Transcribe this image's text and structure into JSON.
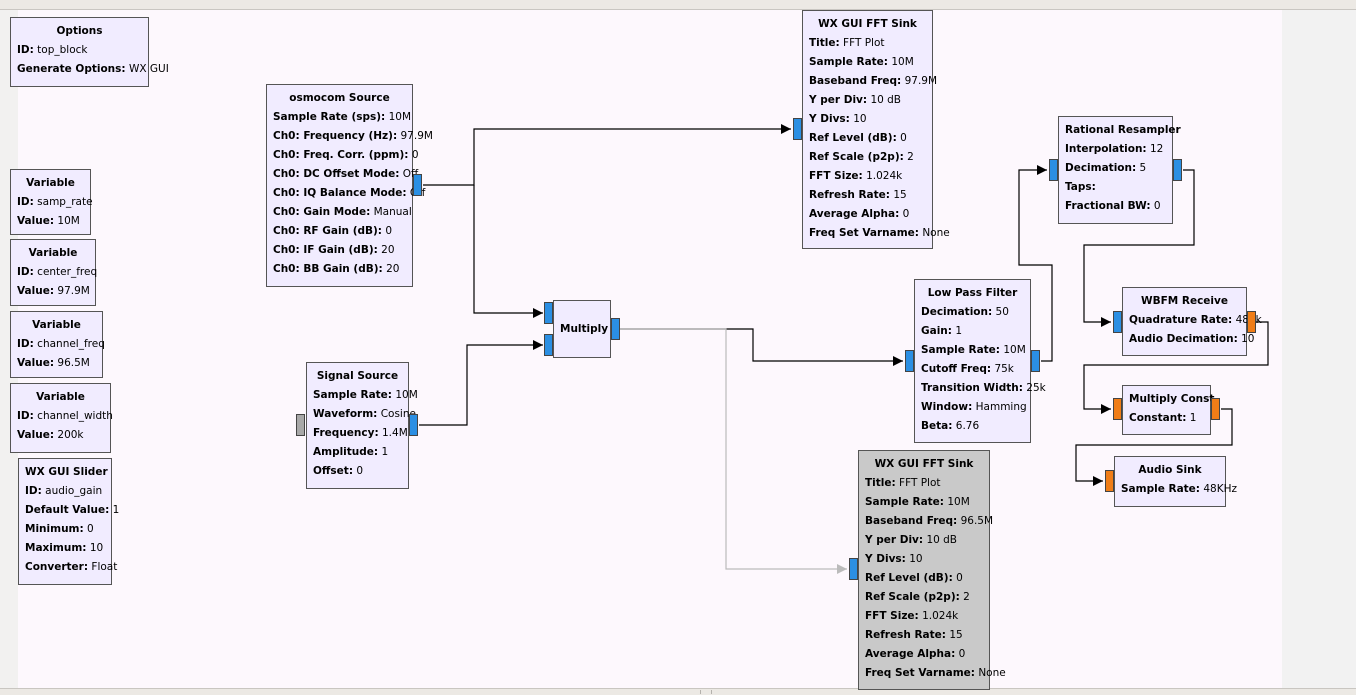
{
  "blocks": {
    "options": {
      "title": "Options",
      "params": [
        {
          "k": "ID:",
          "v": "top_block"
        },
        {
          "k": "Generate Options:",
          "v": "WX GUI"
        }
      ]
    },
    "var_samp_rate": {
      "title": "Variable",
      "params": [
        {
          "k": "ID:",
          "v": "samp_rate"
        },
        {
          "k": "Value:",
          "v": "10M"
        }
      ]
    },
    "var_center_freq": {
      "title": "Variable",
      "params": [
        {
          "k": "ID:",
          "v": "center_freq"
        },
        {
          "k": "Value:",
          "v": "97.9M"
        }
      ]
    },
    "var_channel_freq": {
      "title": "Variable",
      "params": [
        {
          "k": "ID:",
          "v": "channel_freq"
        },
        {
          "k": "Value:",
          "v": "96.5M"
        }
      ]
    },
    "var_channel_width": {
      "title": "Variable",
      "params": [
        {
          "k": "ID:",
          "v": "channel_width"
        },
        {
          "k": "Value:",
          "v": "200k"
        }
      ]
    },
    "slider": {
      "title": "WX GUI Slider",
      "params": [
        {
          "k": "ID:",
          "v": "audio_gain"
        },
        {
          "k": "Default Value:",
          "v": "1"
        },
        {
          "k": "Minimum:",
          "v": "0"
        },
        {
          "k": "Maximum:",
          "v": "10"
        },
        {
          "k": "Converter:",
          "v": "Float"
        }
      ]
    },
    "osmocom": {
      "title": "osmocom Source",
      "params": [
        {
          "k": "Sample Rate (sps):",
          "v": "10M"
        },
        {
          "k": "Ch0: Frequency (Hz):",
          "v": "97.9M"
        },
        {
          "k": "Ch0: Freq. Corr. (ppm):",
          "v": "0"
        },
        {
          "k": "Ch0: DC Offset Mode:",
          "v": "Off"
        },
        {
          "k": "Ch0: IQ Balance Mode:",
          "v": "Off"
        },
        {
          "k": "Ch0: Gain Mode:",
          "v": "Manual"
        },
        {
          "k": "Ch0: RF Gain (dB):",
          "v": "0"
        },
        {
          "k": "Ch0: IF Gain (dB):",
          "v": "20"
        },
        {
          "k": "Ch0: BB Gain (dB):",
          "v": "20"
        }
      ]
    },
    "signal": {
      "title": "Signal Source",
      "params": [
        {
          "k": "Sample Rate:",
          "v": "10M"
        },
        {
          "k": "Waveform:",
          "v": "Cosine"
        },
        {
          "k": "Frequency:",
          "v": "1.4M"
        },
        {
          "k": "Amplitude:",
          "v": "1"
        },
        {
          "k": "Offset:",
          "v": "0"
        }
      ]
    },
    "multiply": {
      "title": "Multiply",
      "params": []
    },
    "fft1": {
      "title": "WX GUI FFT Sink",
      "params": [
        {
          "k": "Title:",
          "v": "FFT Plot"
        },
        {
          "k": "Sample Rate:",
          "v": "10M"
        },
        {
          "k": "Baseband Freq:",
          "v": "97.9M"
        },
        {
          "k": "Y per Div:",
          "v": "10 dB"
        },
        {
          "k": "Y Divs:",
          "v": "10"
        },
        {
          "k": "Ref Level (dB):",
          "v": "0"
        },
        {
          "k": "Ref Scale (p2p):",
          "v": "2"
        },
        {
          "k": "FFT Size:",
          "v": "1.024k"
        },
        {
          "k": "Refresh Rate:",
          "v": "15"
        },
        {
          "k": "Average Alpha:",
          "v": "0"
        },
        {
          "k": "Freq Set Varname:",
          "v": "None"
        }
      ]
    },
    "fft2": {
      "title": "WX GUI FFT Sink",
      "params": [
        {
          "k": "Title:",
          "v": "FFT Plot"
        },
        {
          "k": "Sample Rate:",
          "v": "10M"
        },
        {
          "k": "Baseband Freq:",
          "v": "96.5M"
        },
        {
          "k": "Y per Div:",
          "v": "10 dB"
        },
        {
          "k": "Y Divs:",
          "v": "10"
        },
        {
          "k": "Ref Level (dB):",
          "v": "0"
        },
        {
          "k": "Ref Scale (p2p):",
          "v": "2"
        },
        {
          "k": "FFT Size:",
          "v": "1.024k"
        },
        {
          "k": "Refresh Rate:",
          "v": "15"
        },
        {
          "k": "Average Alpha:",
          "v": "0"
        },
        {
          "k": "Freq Set Varname:",
          "v": "None"
        }
      ]
    },
    "lpf": {
      "title": "Low Pass Filter",
      "params": [
        {
          "k": "Decimation:",
          "v": "50"
        },
        {
          "k": "Gain:",
          "v": "1"
        },
        {
          "k": "Sample Rate:",
          "v": "10M"
        },
        {
          "k": "Cutoff Freq:",
          "v": "75k"
        },
        {
          "k": "Transition Width:",
          "v": "25k"
        },
        {
          "k": "Window:",
          "v": "Hamming"
        },
        {
          "k": "Beta:",
          "v": "6.76"
        }
      ]
    },
    "resampler": {
      "title": "Rational Resampler",
      "params": [
        {
          "k": "Interpolation:",
          "v": "12"
        },
        {
          "k": "Decimation:",
          "v": "5"
        },
        {
          "k": "Taps:",
          "v": ""
        },
        {
          "k": "Fractional BW:",
          "v": "0"
        }
      ]
    },
    "wbfm": {
      "title": "WBFM Receive",
      "params": [
        {
          "k": "Quadrature Rate:",
          "v": "480k"
        },
        {
          "k": "Audio Decimation:",
          "v": "10"
        }
      ]
    },
    "mulconst": {
      "title": "Multiply Const",
      "params": [
        {
          "k": "Constant:",
          "v": "1"
        }
      ]
    },
    "audiosink": {
      "title": "Audio Sink",
      "params": [
        {
          "k": "Sample Rate:",
          "v": "48KHz"
        }
      ]
    }
  },
  "colors": {
    "block_bg": "#f1ecff",
    "disabled_bg": "#c9c9c9",
    "port_complex": "#2b8fe3",
    "port_float": "#f07d17",
    "port_disabled": "#a8a8a8",
    "wire": "#000000",
    "wire_disabled": "#bbbbbb"
  }
}
